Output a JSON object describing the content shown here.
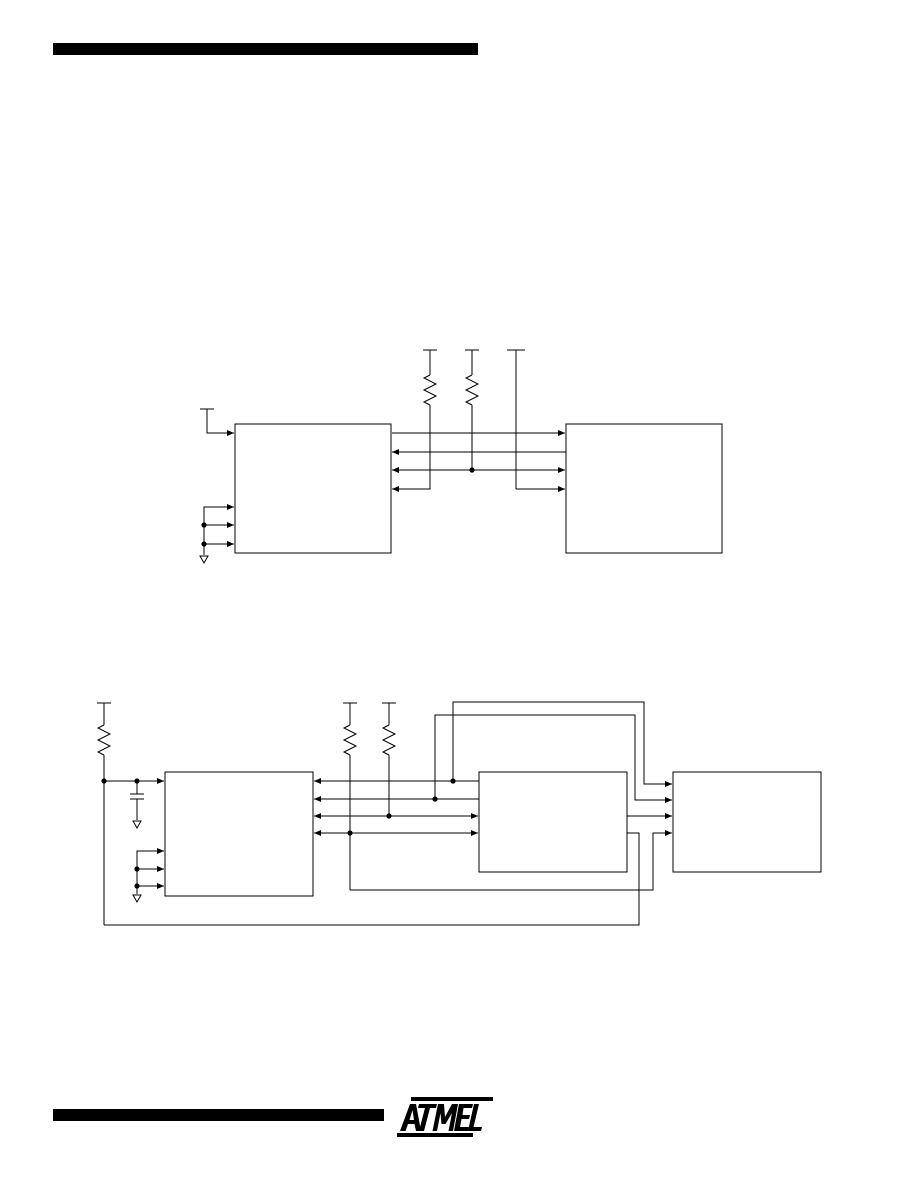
{
  "header": {
    "rule_color": "#000000"
  },
  "figure_1": {
    "blocks": [
      "left-block",
      "right-block"
    ]
  },
  "figure_2": {
    "blocks": [
      "left-block",
      "middle-block",
      "right-block"
    ]
  },
  "footer": {
    "logo_text": "ATMEL",
    "logo_color": "#000000"
  }
}
